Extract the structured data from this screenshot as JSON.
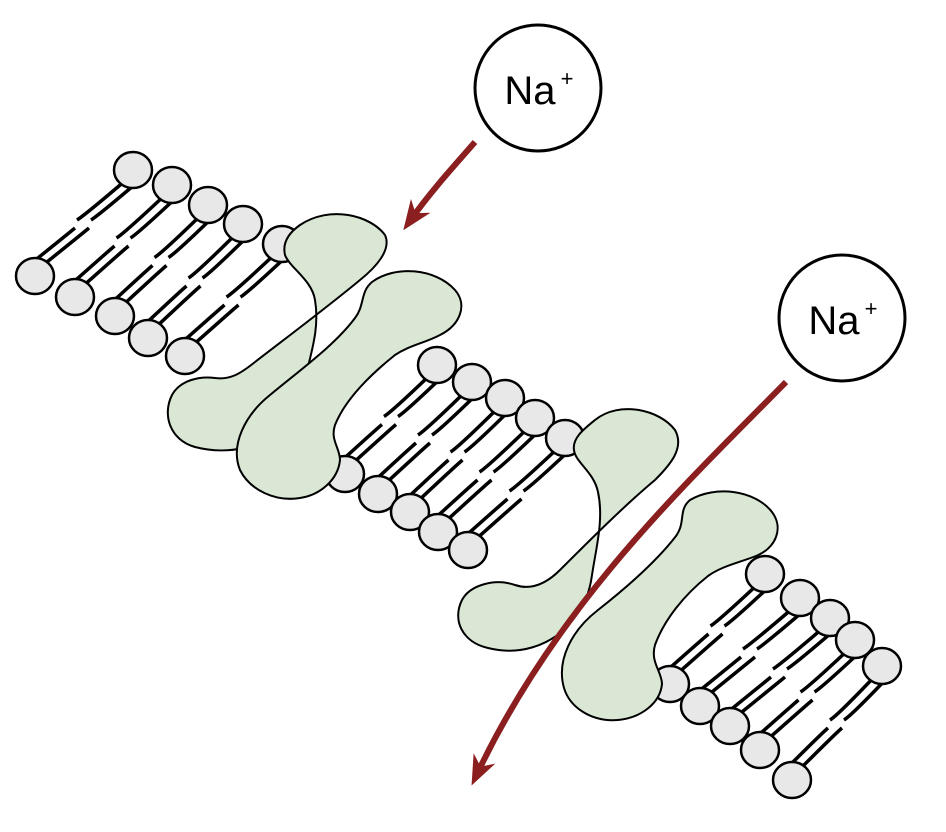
{
  "diagram": {
    "ions": [
      {
        "symbol": "Na",
        "charge": "+"
      },
      {
        "symbol": "Na",
        "charge": "+"
      }
    ],
    "colors": {
      "lipid_head": "#e8e8e8",
      "protein": "#d9e7d4",
      "arrow": "#8b1e1e",
      "outline": "#000000"
    },
    "components": [
      "phospholipid-bilayer",
      "channel-protein",
      "channel-protein"
    ]
  }
}
